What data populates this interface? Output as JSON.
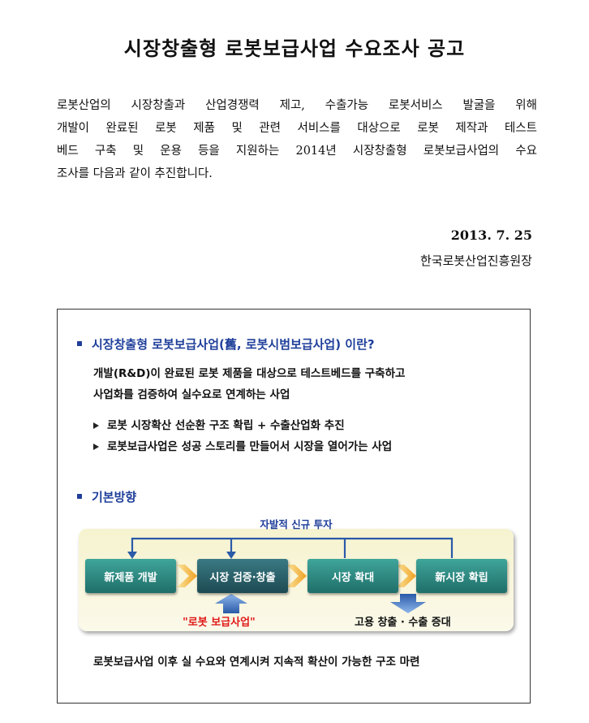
{
  "title": "시장창출형 로봇보급사업 수요조사 공고",
  "intro_lines": [
    "로봇산업의 시장창출과 산업경쟁력 제고, 수출가능 로봇서비스 발굴을 위해",
    "개발이 완료된 로봇 제품 및 관련 서비스를 대상으로 로봇 제작과 테스트",
    "베드 구축 및 운용 등을 지원하는 2014년 시장창출형 로봇보급사업의 수요",
    "조사를 다음과 같이 추진합니다."
  ],
  "date": "2013. 7. 25",
  "organization": "한국로봇산업진흥원장",
  "section1": {
    "heading": "시장창출형 로봇보급사업(舊, 로봇시범보급사업) 이란?",
    "desc_lines": [
      "개발(R&D)이 완료된 로봇 제품을 대상으로 테스트베드를 구축하고",
      "사업화를 검증하여 실수요로 연계하는 사업"
    ],
    "points": [
      "로봇 시장확산 선순환 구조 확립 + 수출산업화 추진",
      "로봇보급사업은 성공 스토리를 만들어서 시장을 열어가는 사업"
    ]
  },
  "section2": {
    "heading": "기본방향",
    "diagram": {
      "top_label": "자발적 신규 투자",
      "steps": [
        "新제품 개발",
        "시장 검증·창출",
        "시장 확대",
        "新시장 확립"
      ],
      "bottom_left": "\"로봇 보급사업\"",
      "bottom_right": "고용 창출 · 수출 증대"
    },
    "caption": "로봇보급사업 이후 실 수요와 연계시켜 지속적 확산이 가능한 구조 마련"
  },
  "colors": {
    "heading_blue": "#1f3f9a",
    "step_teal": "#2a8a82",
    "arrow_orange": "#f0a020",
    "highlight_red": "#e01818",
    "connector_blue": "#2a5aa8"
  }
}
